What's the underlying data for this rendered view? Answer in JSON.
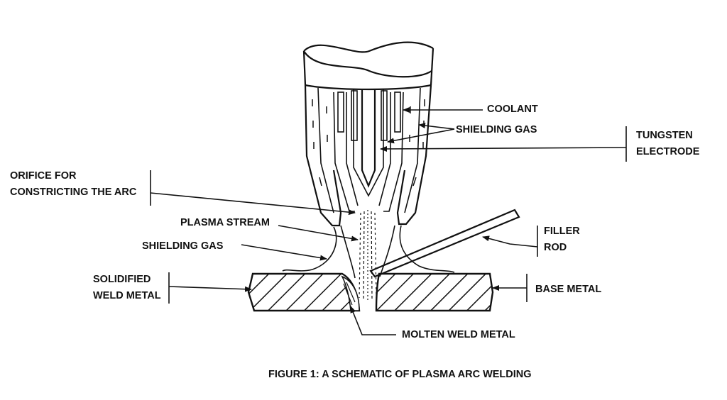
{
  "labels": {
    "coolant": "COOLANT",
    "shielding_gas_top": "SHIELDING GAS",
    "tungsten_electrode": [
      "TUNGSTEN",
      "ELECTRODE"
    ],
    "orifice": [
      "ORIFICE FOR",
      "CONSTRICTING THE ARC"
    ],
    "plasma_stream": "PLASMA STREAM",
    "shielding_gas_bottom": "SHIELDING GAS",
    "filler_rod": [
      "FILLER",
      "ROD"
    ],
    "solidified_weld_metal": [
      "SOLIDIFIED",
      "WELD METAL"
    ],
    "base_metal": "BASE METAL",
    "molten_weld_metal": "MOLTEN WELD METAL"
  },
  "caption": "FIGURE 1: A SCHEMATIC OF PLASMA ARC WELDING"
}
